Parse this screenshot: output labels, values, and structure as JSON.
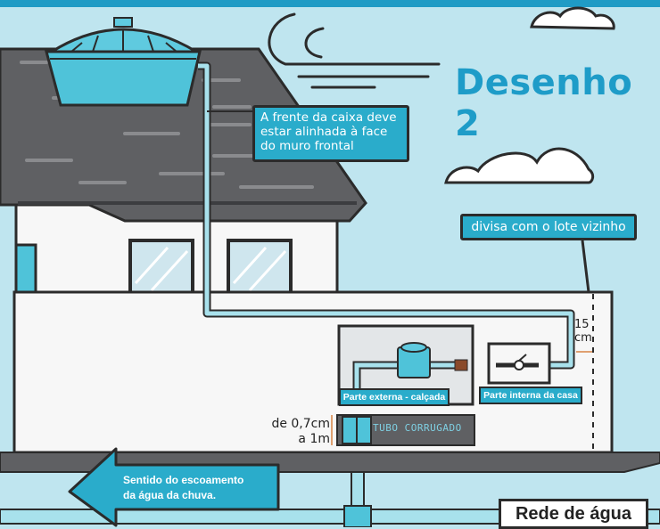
{
  "title": "Desenho 2",
  "note_caixa": "A frente da caixa deve estar alinhada à face do muro frontal",
  "note_divisa": "divisa com o lote vizinho",
  "label_externa": "Parte externa - calçada",
  "label_interna": "Parte interna da casa",
  "measure_15": "15",
  "measure_15_unit": "cm",
  "depth_line1": "de 0,7cm",
  "depth_line2": "a 1m",
  "tubo_label": "TUBO CORRUGADO",
  "sentido_line1": "Sentido do escoamento",
  "sentido_line2": "da água da chuva.",
  "rede_label": "Rede de água",
  "colors": {
    "sky": "#bfe5ef",
    "roof": "#5f6063",
    "tank": "#4fc3d9",
    "accent_blue": "#1e9cc8",
    "label_bg": "#2aaccb",
    "wall": "#f7f7f7",
    "outline": "#2b2b2b"
  }
}
